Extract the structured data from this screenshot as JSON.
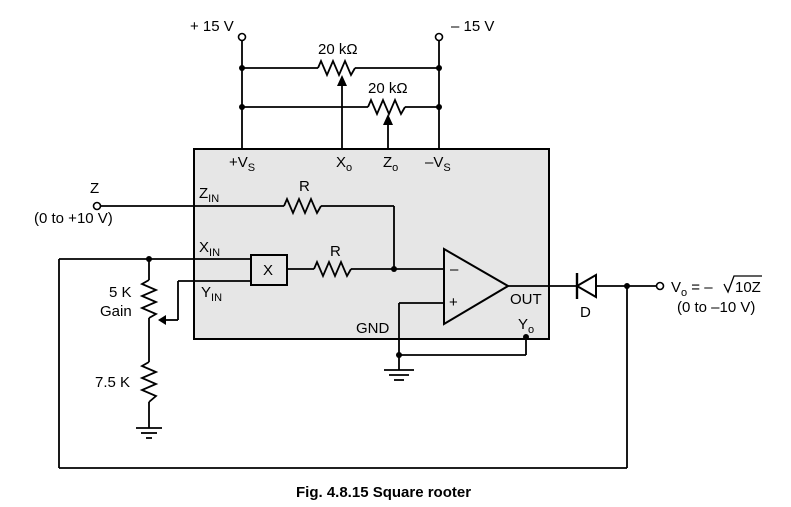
{
  "supplies": {
    "pos_main": "+ 15 V",
    "neg_main": "– 15 V"
  },
  "pots": {
    "top": "20 kΩ",
    "second": "20 kΩ"
  },
  "ic_pins": {
    "vs_pos_main": "+V",
    "vs_pos_sub": "S",
    "xo_main": "X",
    "xo_sub": "o",
    "zo_main": "Z",
    "zo_sub": "o",
    "vs_neg_main": "–V",
    "vs_neg_sub": "S",
    "zin_main": "Z",
    "zin_sub": "IN",
    "xin_main": "X",
    "xin_sub": "IN",
    "yin_main": "Y",
    "yin_sub": "IN",
    "out": "OUT",
    "yo_main": "Y",
    "yo_sub": "o",
    "gnd": "GND",
    "multiplier": "X",
    "minus": "–",
    "plus": "+"
  },
  "resistors": {
    "r1": "R",
    "r2": "R"
  },
  "input": {
    "name": "Z",
    "range": "(0 to +10 V)"
  },
  "gain_pot": {
    "value": "5 K",
    "label": "Gain"
  },
  "fixed_res": "7.5 K",
  "diode": "D",
  "output": {
    "v_main": "V",
    "v_sub": "o",
    "eq": " = –",
    "radicand": "10Z",
    "range": "(0 to –10 V)"
  },
  "caption": "Fig. 4.8.15 Square rooter"
}
